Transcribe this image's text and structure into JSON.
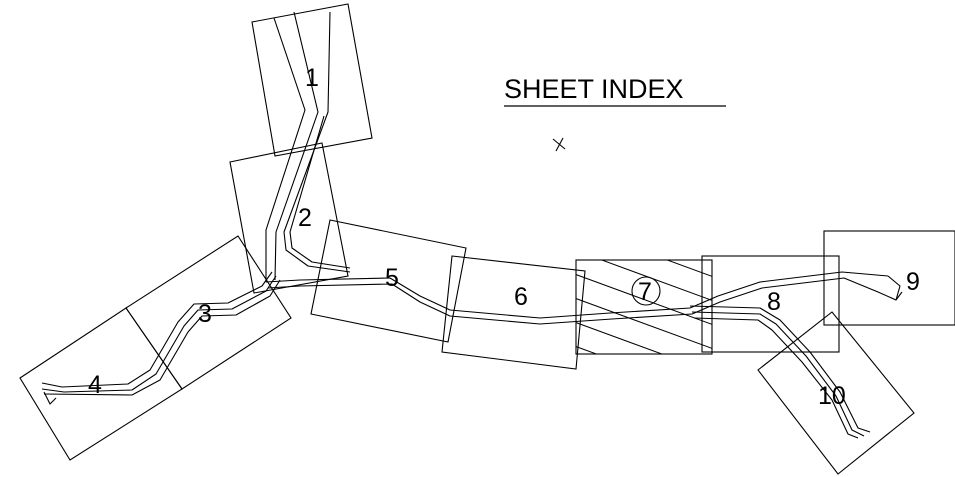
{
  "title": "SHEET INDEX",
  "sheets": [
    {
      "id": "sheet-1",
      "label": "1"
    },
    {
      "id": "sheet-2",
      "label": "2"
    },
    {
      "id": "sheet-3",
      "label": "3"
    },
    {
      "id": "sheet-4",
      "label": "4"
    },
    {
      "id": "sheet-5",
      "label": "5"
    },
    {
      "id": "sheet-6",
      "label": "6"
    },
    {
      "id": "sheet-7",
      "label": "7",
      "highlighted": true
    },
    {
      "id": "sheet-8",
      "label": "8"
    },
    {
      "id": "sheet-9",
      "label": "9"
    },
    {
      "id": "sheet-10",
      "label": "10"
    }
  ],
  "current_sheet": "7"
}
